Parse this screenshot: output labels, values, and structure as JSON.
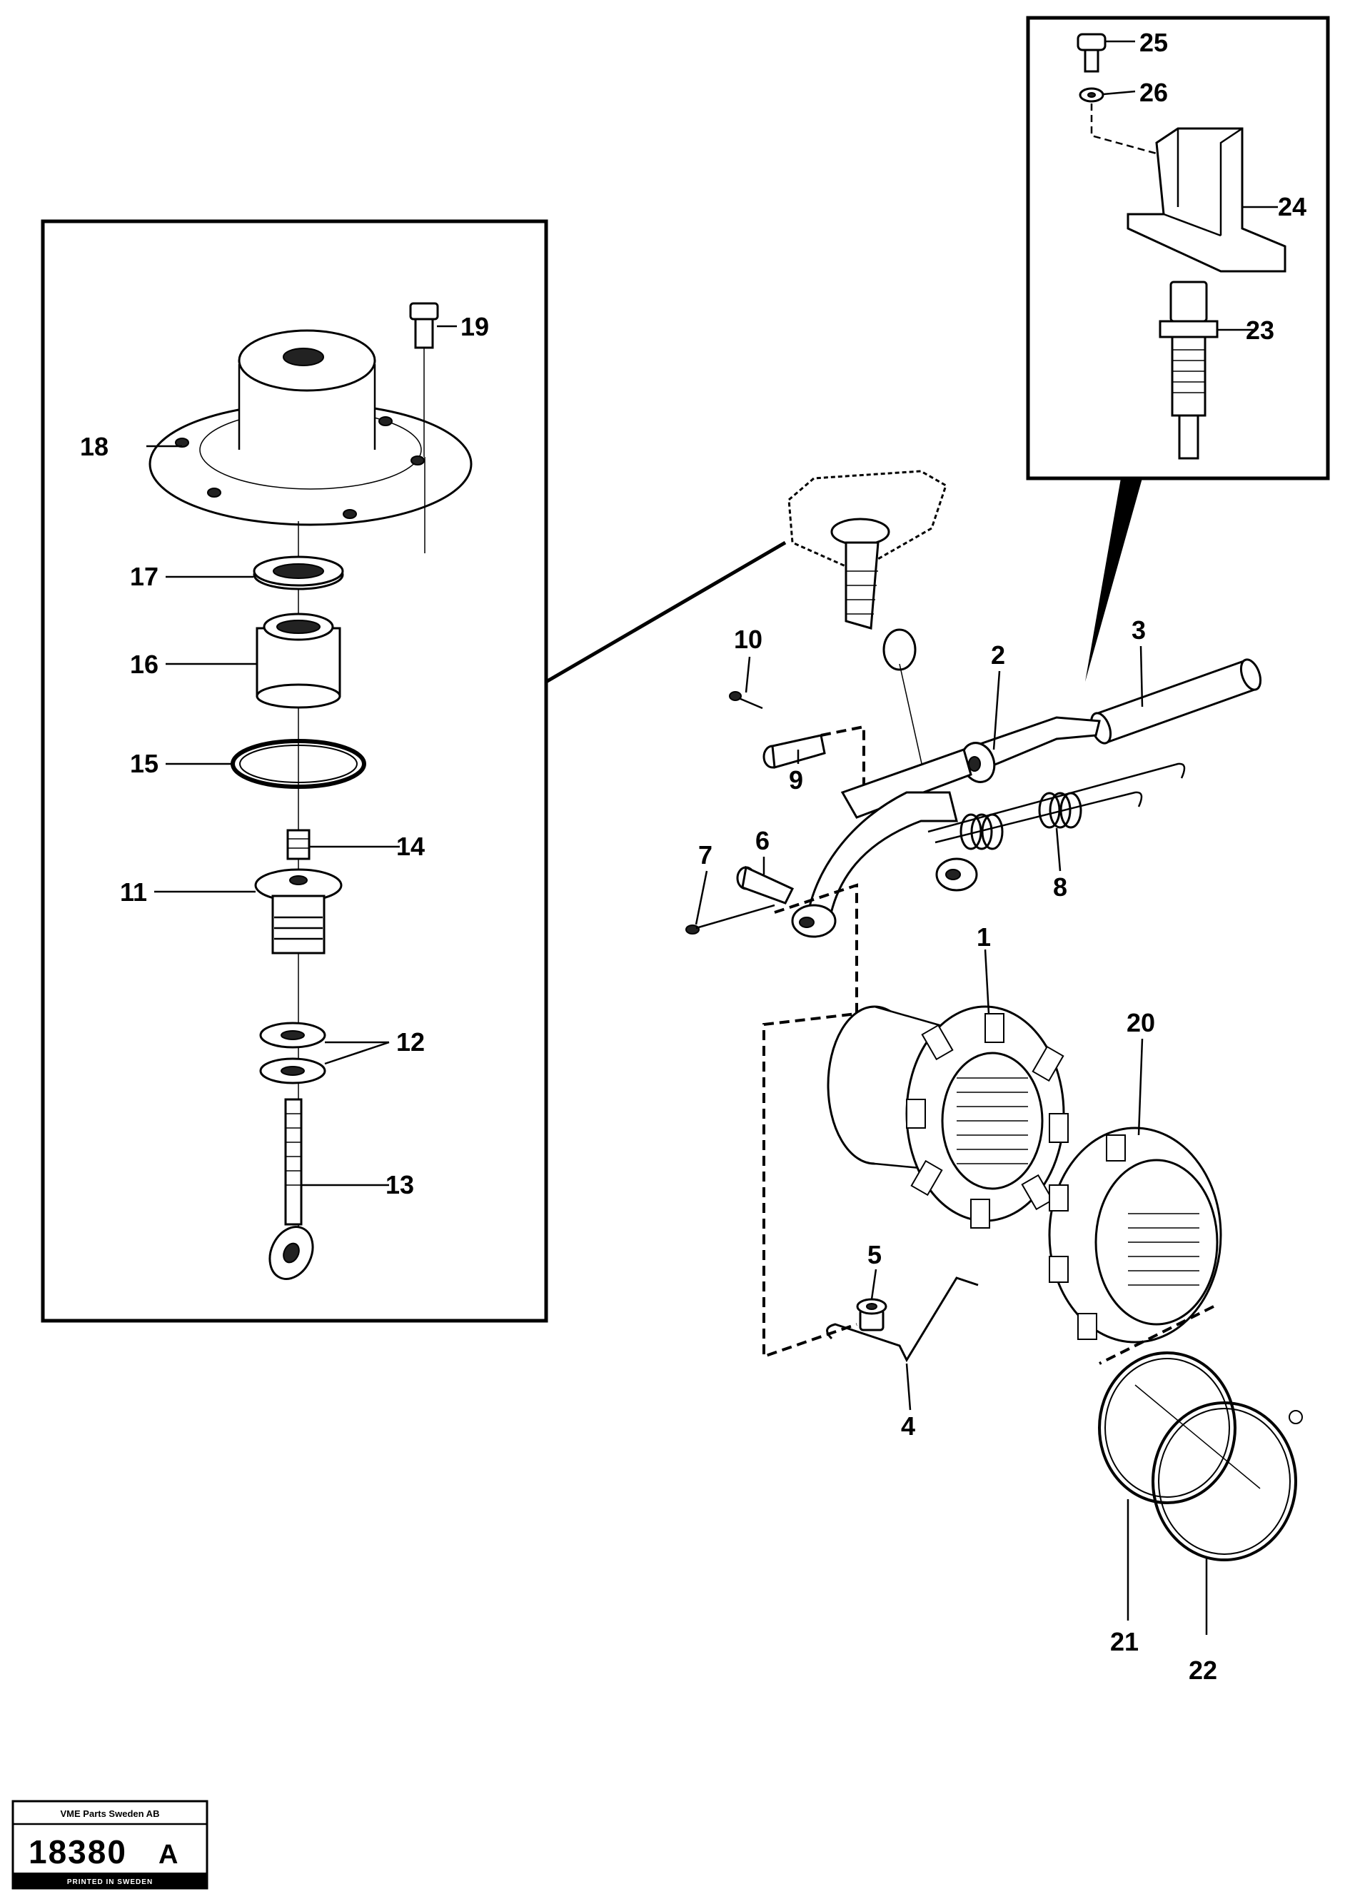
{
  "drawing": {
    "callouts": [
      {
        "id": "1",
        "label": "1"
      },
      {
        "id": "2",
        "label": "2"
      },
      {
        "id": "3",
        "label": "3"
      },
      {
        "id": "4",
        "label": "4"
      },
      {
        "id": "5",
        "label": "5"
      },
      {
        "id": "6",
        "label": "6"
      },
      {
        "id": "7",
        "label": "7"
      },
      {
        "id": "8",
        "label": "8"
      },
      {
        "id": "9",
        "label": "9"
      },
      {
        "id": "10",
        "label": "10"
      },
      {
        "id": "11",
        "label": "11"
      },
      {
        "id": "12",
        "label": "12"
      },
      {
        "id": "13",
        "label": "13"
      },
      {
        "id": "14",
        "label": "14"
      },
      {
        "id": "15",
        "label": "15"
      },
      {
        "id": "16",
        "label": "16"
      },
      {
        "id": "17",
        "label": "17"
      },
      {
        "id": "18",
        "label": "18"
      },
      {
        "id": "19",
        "label": "19"
      },
      {
        "id": "20",
        "label": "20"
      },
      {
        "id": "21",
        "label": "21"
      },
      {
        "id": "22",
        "label": "22"
      },
      {
        "id": "23",
        "label": "23"
      },
      {
        "id": "24",
        "label": "24"
      },
      {
        "id": "25",
        "label": "25"
      },
      {
        "id": "26",
        "label": "26"
      }
    ]
  },
  "stamp": {
    "company": "VME Parts Sweden AB",
    "number": "18380",
    "suffix": "A",
    "printed": "PRINTED IN SWEDEN"
  }
}
